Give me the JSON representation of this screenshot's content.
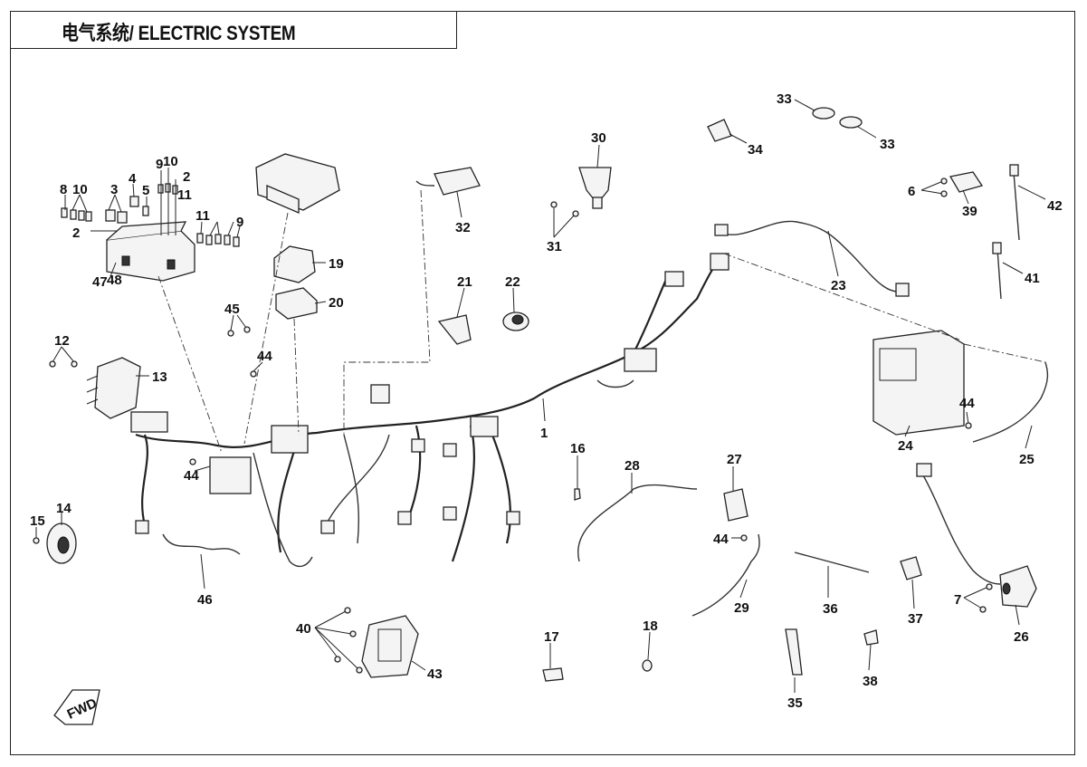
{
  "title": "电气系统/ ELECTRIC SYSTEM",
  "callouts": [
    "1",
    "2",
    "2",
    "2",
    "3",
    "4",
    "5",
    "6",
    "7",
    "8",
    "9",
    "9",
    "10",
    "10",
    "11",
    "11",
    "12",
    "13",
    "14",
    "15",
    "16",
    "17",
    "18",
    "19",
    "20",
    "21",
    "22",
    "23",
    "24",
    "25",
    "26",
    "27",
    "28",
    "29",
    "30",
    "31",
    "32",
    "33",
    "33",
    "34",
    "35",
    "36",
    "37",
    "38",
    "39",
    "40",
    "41",
    "42",
    "43",
    "44",
    "44",
    "44",
    "44",
    "45",
    "46",
    "47",
    "48"
  ],
  "fwd_badge": "FWD"
}
